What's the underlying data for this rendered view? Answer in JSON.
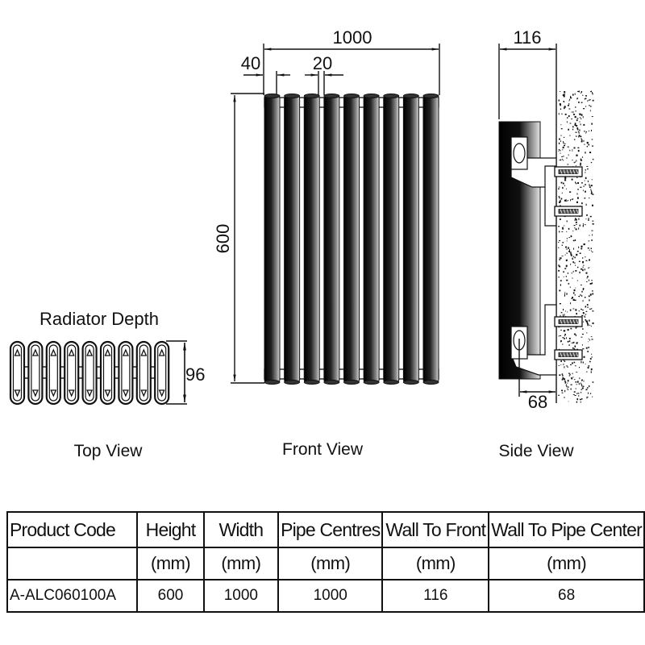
{
  "diagram": {
    "views": {
      "top": {
        "caption": "Top View",
        "title": "Radiator Depth",
        "depth_label": "96",
        "column_count": 9
      },
      "front": {
        "caption": "Front View",
        "width_label": "1000",
        "pipe_width_label": "40",
        "gap_label": "20",
        "height_label": "600",
        "column_count": 9
      },
      "side": {
        "caption": "Side View",
        "wall_to_front_label": "116",
        "wall_to_pipe_label": "68"
      }
    }
  },
  "spec_table": {
    "headers": [
      "Product Code",
      "Height",
      "Width",
      "Pipe Centres",
      "Wall To Front",
      "Wall To Pipe Center"
    ],
    "units": [
      "",
      "(mm)",
      "(mm)",
      "(mm)",
      "(mm)",
      "(mm)"
    ],
    "rows": [
      [
        "A-ALC060100A",
        "600",
        "1000",
        "1000",
        "116",
        "68"
      ]
    ]
  }
}
